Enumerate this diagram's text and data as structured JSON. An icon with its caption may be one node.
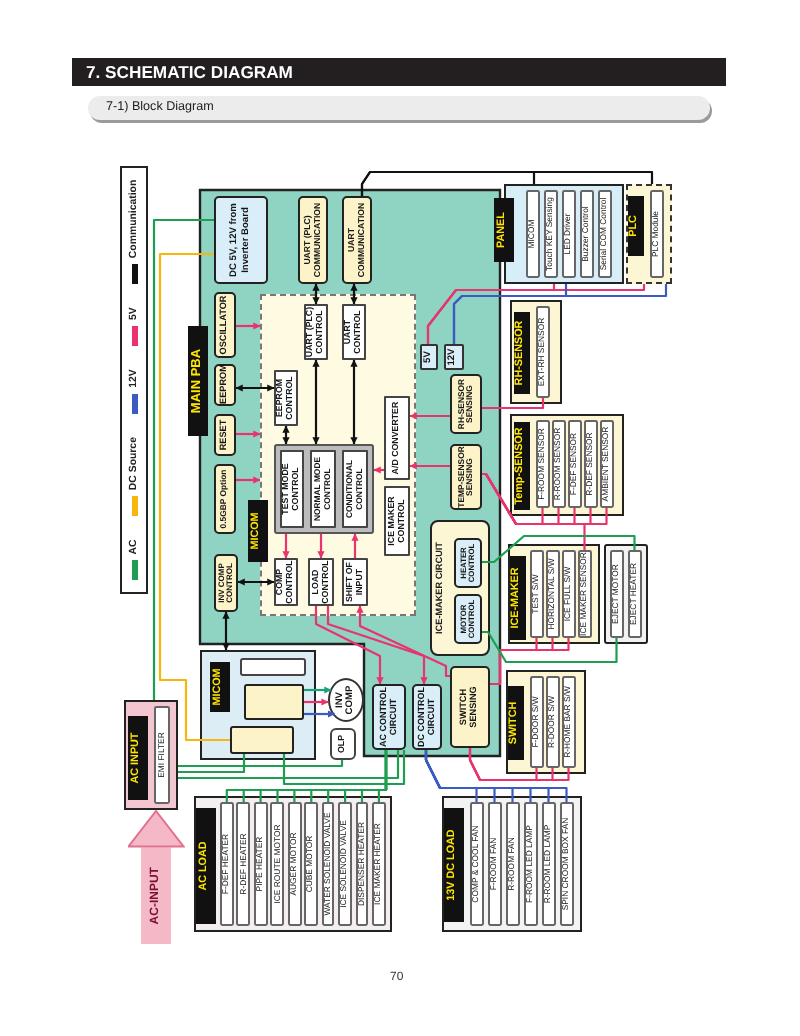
{
  "diagram": {
    "title": "7. SCHEMATIC DIAGRAM",
    "nodes": [
      {
        "text": [
          "MAIN PBA"
        ]
      },
      {
        "text": [
          "DC 5V, 12V from Inverter Board"
        ],
        "in": 0
      },
      {
        "text": [
          "UART (PLC) COMMUNICATION"
        ],
        "in": 0
      },
      {
        "text": [
          "UART COMMUNICATION"
        ],
        "in": 0
      },
      {
        "text": [
          "OSCILLATOR"
        ],
        "in": 0
      },
      {
        "text": [
          "EEPROM"
        ],
        "in": 0
      },
      {
        "text": [
          "RESET"
        ],
        "in": 0
      },
      {
        "text": [
          "0.5GBP Option"
        ],
        "in": 0
      },
      {
        "text": [
          "INV COMP CONTROL"
        ],
        "in": 0
      },
      {
        "text": [
          "MICOM"
        ],
        "in": 0
      },
      {
        "text": [
          "UART (PLC) CONTROL"
        ],
        "in": 9
      },
      {
        "text": [
          "UART CONTROL"
        ],
        "in": 9
      },
      {
        "text": [
          "EEPROM CONTROL"
        ],
        "in": 9
      },
      {
        "text": [],
        "shape": "box",
        "in": 9
      },
      {
        "text": [
          "TEST MODE CONTROL"
        ],
        "in": 13
      },
      {
        "text": [
          "NORMAL MODE CONTROL"
        ],
        "in": 13
      },
      {
        "text": [
          "CONDITIONAL CONTROL"
        ],
        "in": 13
      },
      {
        "text": [
          "A/D CONVERTER"
        ],
        "in": 9
      },
      {
        "text": [
          "ICE MAKER CONTROL"
        ],
        "in": 9
      },
      {
        "text": [
          "COMP CONTROL"
        ],
        "in": 9
      },
      {
        "text": [
          "LOAD CONTROL"
        ],
        "in": 9
      },
      {
        "text": [
          "SHIFT OF INPUT"
        ],
        "in": 9
      },
      {
        "text": [
          "5V"
        ],
        "in": 0
      },
      {
        "text": [
          "12V"
        ],
        "in": 0
      },
      {
        "text": [
          "RH-SENSOR SENSING"
        ],
        "in": 0
      },
      {
        "text": [
          "TEMP-SENSOR SENSING"
        ],
        "in": 0
      },
      {
        "text": [
          "ICE-MAKER CIRCUIT"
        ],
        "in": 0
      },
      {
        "text": [
          "HEATER CONTROL"
        ],
        "in": 26
      },
      {
        "text": [
          "MOTOR CONTROL"
        ],
        "in": 26
      },
      {
        "text": [
          "SWITCH SENSING"
        ],
        "in": 0
      },
      {
        "text": [
          "AC CONTROL CIRCUIT"
        ],
        "in": 0
      },
      {
        "text": [
          "DC CONTROL CIRCUIT"
        ],
        "in": 0
      },
      {
        "text": [
          "MICOM"
        ]
      },
      {
        "text": [],
        "shape": "box",
        "in": 32
      },
      {
        "text": [],
        "shape": "box",
        "in": 32
      },
      {
        "text": [],
        "shape": "box",
        "in": 32
      },
      {
        "text": [
          "INV COMP"
        ]
      },
      {
        "text": [
          "OLP"
        ]
      },
      {
        "text": [
          "PANEL"
        ]
      },
      {
        "text": [
          "MICOM"
        ],
        "in": 38
      },
      {
        "text": [
          "Touch KEY Sensing"
        ],
        "in": 38
      },
      {
        "text": [
          "LED Driver"
        ],
        "in": 38
      },
      {
        "text": [
          "Buzzer Control"
        ],
        "in": 38
      },
      {
        "text": [
          "Serial COM Control"
        ],
        "in": 38
      },
      {
        "text": [
          "PLC"
        ]
      },
      {
        "text": [
          "PLC Module"
        ],
        "in": 44
      },
      {
        "text": [
          "RH-SENSOR"
        ]
      },
      {
        "text": [
          "EXT-RH SENSOR"
        ],
        "in": 46
      },
      {
        "text": [
          "Temp-SENSOR"
        ]
      },
      {
        "text": [
          "F-ROOM SENSOR"
        ],
        "in": 48
      },
      {
        "text": [
          "R-ROOM SENSOR"
        ],
        "in": 48
      },
      {
        "text": [
          "F-DEF SENSOR"
        ],
        "in": 48
      },
      {
        "text": [
          "R-DEF SENSOR"
        ],
        "in": 48
      },
      {
        "text": [
          "AMBIENT SENSOR"
        ],
        "in": 48
      },
      {
        "text": [
          "ICE-MAKER"
        ]
      },
      {
        "text": [
          "TEST S/W"
        ],
        "in": 54
      },
      {
        "text": [
          "HORIZONTAL S/W"
        ],
        "in": 54
      },
      {
        "text": [
          "ICE FULL S/W"
        ],
        "in": 54
      },
      {
        "text": [
          "ICE MAKER SENSOR"
        ],
        "in": 54
      },
      {
        "text": [],
        "shape": "box"
      },
      {
        "text": [
          "EJECT MOTOR"
        ],
        "in": 59
      },
      {
        "text": [
          "EJECT HEATER"
        ],
        "in": 59
      },
      {
        "text": [
          "SWITCH"
        ]
      },
      {
        "text": [
          "F-DOOR S/W"
        ],
        "in": 62
      },
      {
        "text": [
          "R-DOOR S/W"
        ],
        "in": 62
      },
      {
        "text": [
          "R-HOME BAR S/W"
        ],
        "in": 62
      },
      {
        "text": [
          "13V DC LOAD"
        ]
      },
      {
        "text": [
          "COMP & COOL FAN"
        ],
        "in": 66
      },
      {
        "text": [
          "F-ROOM FAN"
        ],
        "in": 66
      },
      {
        "text": [
          "R-ROOM FAN"
        ],
        "in": 66
      },
      {
        "text": [
          "F-ROOM LED LAMP"
        ],
        "in": 66
      },
      {
        "text": [
          "R-ROOM LED LAMP"
        ],
        "in": 66
      },
      {
        "text": [
          "SPIN CROOM BOX FAN"
        ],
        "in": 66
      },
      {
        "text": [
          "AC LOAD"
        ]
      },
      {
        "text": [
          "F-DEF HEATER"
        ],
        "in": 73
      },
      {
        "text": [
          "R-DEF HEATER"
        ],
        "in": 73
      },
      {
        "text": [
          "PIPE HEATER"
        ],
        "in": 73
      },
      {
        "text": [
          "ICE ROUTE MOTOR"
        ],
        "in": 73
      },
      {
        "text": [
          "AUGER MOTOR"
        ],
        "in": 73
      },
      {
        "text": [
          "CUBE MOTOR"
        ],
        "in": 73
      },
      {
        "text": [
          "WATER SOLENOID VALVE"
        ],
        "in": 73
      },
      {
        "text": [
          "ICE SOLENOID VALVE"
        ],
        "in": 73
      },
      {
        "text": [
          "DISPENSER HEATER"
        ],
        "in": 73
      },
      {
        "text": [
          "ICE MAKER HEATER"
        ],
        "in": 73
      },
      {
        "text": [
          "AC INPUT"
        ]
      },
      {
        "text": [
          "EMI FILTER"
        ],
        "in": 84
      }
    ],
    "edges": [
      {
        "from": 3,
        "to": 38,
        "arrow": "none",
        "color": "#111111"
      },
      {
        "from": 3,
        "to": 44,
        "arrow": "none",
        "color": "#111111"
      },
      {
        "from": 2,
        "to": 10,
        "arrow": "both",
        "color": "#111111"
      },
      {
        "from": 3,
        "to": 11,
        "arrow": "both",
        "color": "#111111"
      },
      {
        "from": 10,
        "to": 13,
        "arrow": "both",
        "color": "#111111"
      },
      {
        "from": 11,
        "to": 13,
        "arrow": "both",
        "color": "#111111"
      },
      {
        "from": 5,
        "to": 12,
        "arrow": "both",
        "color": "#111111"
      },
      {
        "from": 12,
        "to": 13,
        "arrow": "both",
        "color": "#111111"
      },
      {
        "from": 8,
        "to": 19,
        "arrow": "both",
        "color": "#111111"
      },
      {
        "from": 8,
        "to": 32,
        "arrow": "both",
        "color": "#111111"
      },
      {
        "from": 4,
        "to": 9,
        "arrow": "to"
      },
      {
        "from": 6,
        "to": 9,
        "arrow": "to"
      },
      {
        "from": 7,
        "to": 9,
        "arrow": "to"
      },
      {
        "from": 17,
        "to": 13,
        "arrow": "to"
      },
      {
        "from": 24,
        "to": 17,
        "arrow": "to"
      },
      {
        "from": 25,
        "to": 17,
        "arrow": "to"
      },
      {
        "from": 13,
        "to": 19,
        "arrow": "to"
      },
      {
        "from": 13,
        "to": 20,
        "arrow": "to"
      },
      {
        "from": 21,
        "to": 13,
        "arrow": "to"
      },
      {
        "from": 20,
        "to": 30,
        "arrow": "to"
      },
      {
        "from": 20,
        "to": 31,
        "arrow": "to"
      },
      {
        "from": 29,
        "to": 21,
        "arrow": "to"
      },
      {
        "from": 22,
        "to": 38,
        "arrow": "none"
      },
      {
        "from": 22,
        "to": 44,
        "arrow": "none"
      },
      {
        "from": 23,
        "to": 38,
        "arrow": "none",
        "color": "#3b5bc4"
      },
      {
        "from": 23,
        "to": 44,
        "arrow": "none",
        "color": "#3b5bc4"
      },
      {
        "from": 24,
        "to": 47,
        "arrow": "none"
      },
      {
        "from": 25,
        "to": 49,
        "arrow": "none"
      },
      {
        "from": 25,
        "to": 50,
        "arrow": "none"
      },
      {
        "from": 25,
        "to": 51,
        "arrow": "none"
      },
      {
        "from": 25,
        "to": 52,
        "arrow": "none"
      },
      {
        "from": 25,
        "to": 53,
        "arrow": "none"
      },
      {
        "from": 25,
        "to": 58,
        "arrow": "none"
      },
      {
        "from": 55,
        "to": 29,
        "arrow": "none"
      },
      {
        "from": 56,
        "to": 29,
        "arrow": "none"
      },
      {
        "from": 57,
        "to": 29,
        "arrow": "none"
      },
      {
        "from": 63,
        "to": 29,
        "arrow": "none"
      },
      {
        "from": 64,
        "to": 29,
        "arrow": "none"
      },
      {
        "from": 65,
        "to": 29,
        "arrow": "none"
      },
      {
        "from": 27,
        "to": 61,
        "arrow": "none",
        "color": "#1e9e50"
      },
      {
        "from": 28,
        "to": 60,
        "arrow": "none",
        "color": "#1e9e50"
      },
      {
        "from": 30,
        "to": 74,
        "arrow": "none",
        "color": "#1e9e50"
      },
      {
        "from": 30,
        "to": 75,
        "arrow": "none",
        "color": "#1e9e50"
      },
      {
        "from": 30,
        "to": 76,
        "arrow": "none",
        "color": "#1e9e50"
      },
      {
        "from": 30,
        "to": 77,
        "arrow": "none",
        "color": "#1e9e50"
      },
      {
        "from": 30,
        "to": 78,
        "arrow": "none",
        "color": "#1e9e50"
      },
      {
        "from": 30,
        "to": 79,
        "arrow": "none",
        "color": "#1e9e50"
      },
      {
        "from": 30,
        "to": 80,
        "arrow": "none",
        "color": "#1e9e50"
      },
      {
        "from": 30,
        "to": 81,
        "arrow": "none",
        "color": "#1e9e50"
      },
      {
        "from": 30,
        "to": 82,
        "arrow": "none",
        "color": "#1e9e50"
      },
      {
        "from": 30,
        "to": 83,
        "arrow": "none",
        "color": "#1e9e50"
      },
      {
        "from": 31,
        "to": 67,
        "arrow": "none",
        "color": "#3b5bc4"
      },
      {
        "from": 31,
        "to": 68,
        "arrow": "none",
        "color": "#3b5bc4"
      },
      {
        "from": 31,
        "to": 69,
        "arrow": "none",
        "color": "#3b5bc4"
      },
      {
        "from": 31,
        "to": 70,
        "arrow": "none",
        "color": "#3b5bc4"
      },
      {
        "from": 31,
        "to": 71,
        "arrow": "none",
        "color": "#3b5bc4"
      },
      {
        "from": 31,
        "to": 72,
        "arrow": "none",
        "color": "#3b5bc4"
      },
      {
        "from": 84,
        "to": 1,
        "arrow": "none",
        "color": "#1e9e50"
      },
      {
        "from": 1,
        "to": 35,
        "arrow": "none",
        "color": "#f6b60c"
      },
      {
        "from": 34,
        "to": 36,
        "arrow": "to",
        "color": "#1aa37a"
      },
      {
        "from": 34,
        "to": 36,
        "arrow": "to"
      },
      {
        "from": 34,
        "to": 36,
        "arrow": "to",
        "color": "#3b5bc4"
      },
      {
        "from": 84,
        "to": 37,
        "arrow": "none",
        "color": "#1e9e50"
      },
      {
        "from": 84,
        "to": 30,
        "arrow": "none",
        "color": "#1e9e50"
      },
      {
        "from": 35,
        "to": 84,
        "arrow": "none",
        "color": "#1e9e50"
      },
      {
        "from": 35,
        "to": 30,
        "arrow": "none",
        "color": "#1e9e50"
      },
      {
        "from": null,
        "to": 84,
        "arrow": "to",
        "label": "AC-INPUT",
        "style": "thick",
        "color": "#f4b8c7"
      }
    ],
    "labels": [
      "7-1) Block Diagram",
      "70"
    ],
    "legend": [
      {
        "text": "AC",
        "color": "#1e9e50"
      },
      {
        "text": "DC Source",
        "color": "#f6b60c"
      },
      {
        "text": "12V",
        "color": "#3b5bc4"
      },
      {
        "text": "5V",
        "color": "#e8336f"
      },
      {
        "text": "Communication",
        "color": "#111111"
      }
    ]
  }
}
